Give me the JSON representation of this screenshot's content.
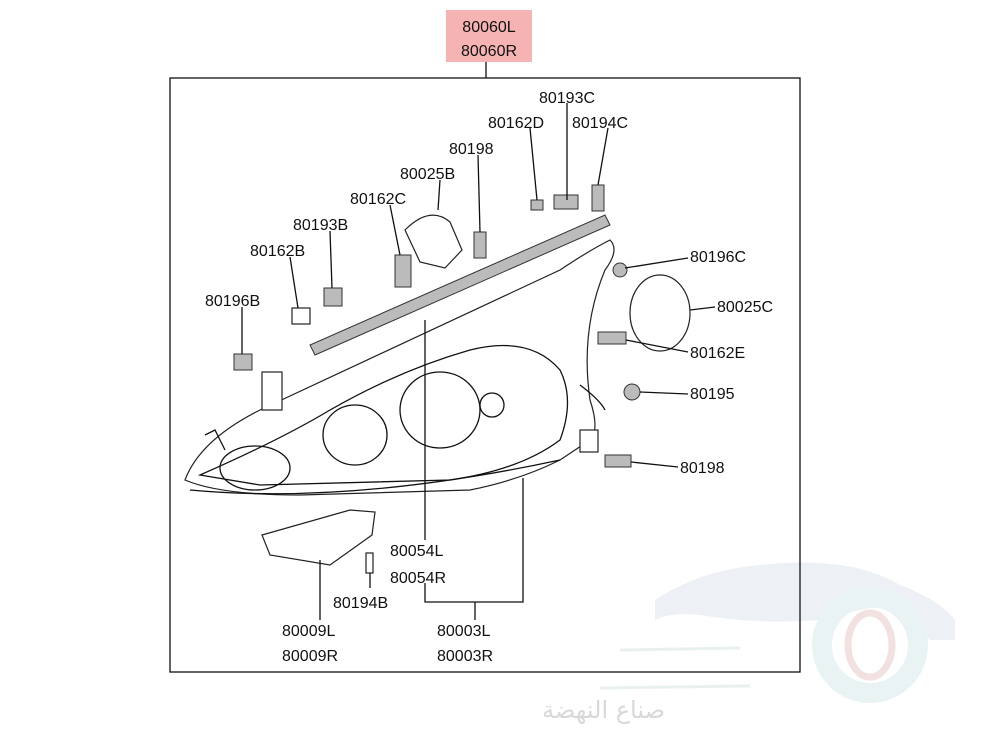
{
  "assembly": {
    "left": "80060L",
    "right": "80060R",
    "highlight_color": "#f6b3b3"
  },
  "labels": {
    "p80193C": "80193C",
    "p80162D": "80162D",
    "p80194C": "80194C",
    "p80198a": "80198",
    "p80025B": "80025B",
    "p80162C": "80162C",
    "p80193B": "80193B",
    "p80162B": "80162B",
    "p80196B": "80196B",
    "p80196C": "80196C",
    "p80025C": "80025C",
    "p80162E": "80162E",
    "p80195": "80195",
    "p80198b": "80198",
    "p80054L": "80054L",
    "p80054R": "80054R",
    "p80194B": "80194B",
    "p80009L": "80009L",
    "p80009R": "80009R",
    "p80003L": "80003L",
    "p80003R": "80003R"
  },
  "watermark": {
    "text": "صناع النهضة"
  }
}
